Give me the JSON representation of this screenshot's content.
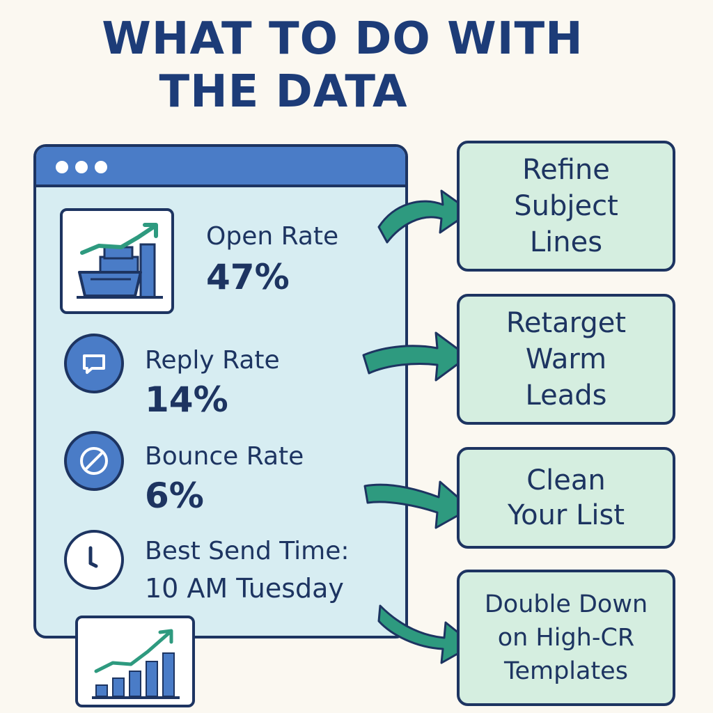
{
  "title": {
    "line1": "WHAT TO DO WITH",
    "line2": "THE DATA"
  },
  "metrics": [
    {
      "label": "Open Rate",
      "value": "47%"
    },
    {
      "label": "Reply Rate",
      "value": "14%"
    },
    {
      "label": "Bounce Rate",
      "value": "6%"
    },
    {
      "label": "Best Send Time:",
      "value": "10 AM Tuesday"
    }
  ],
  "actions": [
    {
      "text": "Refine\nSubject\nLines"
    },
    {
      "text": "Retarget\nWarm\nLeads"
    },
    {
      "text": "Clean\nYour List"
    },
    {
      "text": "Double Down\non High-CR\nTemplates"
    }
  ],
  "icons": {
    "open_rate": "chart-basket-icon",
    "reply_rate": "chat-bubble-icon",
    "bounce_rate": "blocked-icon",
    "send_time": "clock-icon",
    "growth": "growth-chart-icon"
  },
  "colors": {
    "navy": "#1d3461",
    "blue": "#4a7cc7",
    "teal": "#2e9a7f",
    "panel": "#d7edf2",
    "action_bg": "#d5eee0",
    "background": "#fbf8f1"
  }
}
